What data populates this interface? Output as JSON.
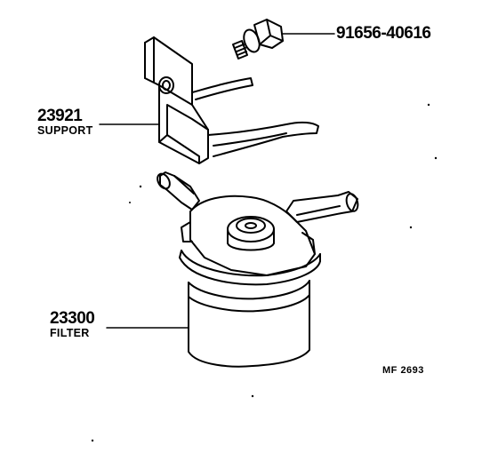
{
  "labels": {
    "bolt": {
      "number": "91656-40616"
    },
    "support": {
      "number": "23921",
      "name": "SUPPORT"
    },
    "filter": {
      "number": "23300",
      "name": "FILTER"
    },
    "diagram_code": "MF  2693"
  },
  "colors": {
    "ink": "#000000",
    "paper": "#ffffff"
  }
}
